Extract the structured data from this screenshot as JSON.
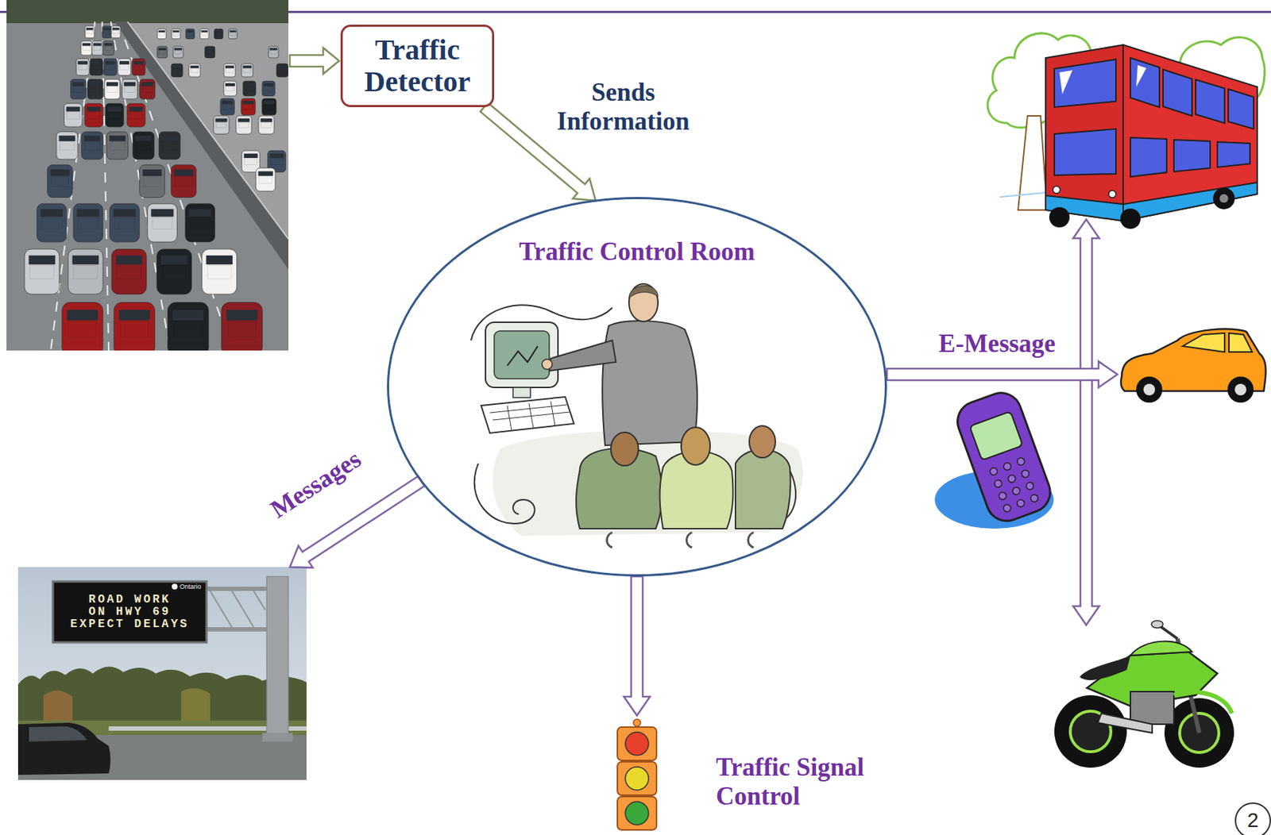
{
  "diagram": {
    "nodes": [
      {
        "text": [
          "Traffic Detector"
        ]
      },
      {
        "text": [
          "Traffic Control Room"
        ]
      },
      {
        "text": [
          "ROAD WORK ON HWY 69 EXPECT DELAYS",
          "Ontario"
        ]
      },
      {
        "text": [
          "Traffic Signal Control"
        ]
      }
    ],
    "edges": [
      {
        "from": 0,
        "to": 1,
        "label": "Sends Information",
        "arrow": "to"
      },
      {
        "from": 1,
        "to": 2,
        "label": "Messages",
        "arrow": "to"
      },
      {
        "from": 1,
        "to": 3,
        "arrow": "to"
      }
    ],
    "labels": [
      "E-Message",
      "2"
    ]
  }
}
